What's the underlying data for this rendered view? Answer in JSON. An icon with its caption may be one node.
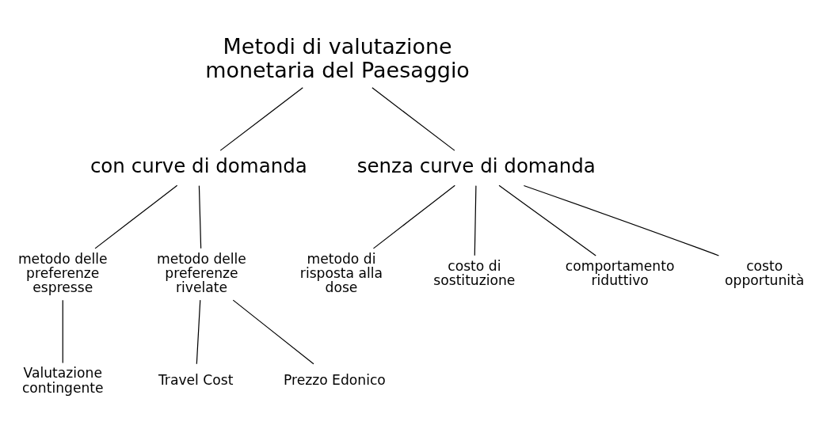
{
  "diagram": {
    "nodes": [
      {
        "text": [
          "Metodi di valutazione monetaria del Paesaggio"
        ]
      },
      {
        "text": [
          "con curve di domanda"
        ]
      },
      {
        "text": [
          "senza curve di domanda"
        ]
      },
      {
        "text": [
          "metodo delle preferenze espresse"
        ]
      },
      {
        "text": [
          "metodo delle preferenze rivelate"
        ]
      },
      {
        "text": [
          "metodo di risposta alla dose"
        ]
      },
      {
        "text": [
          "costo di sostituzione"
        ]
      },
      {
        "text": [
          "comportamento riduttivo"
        ]
      },
      {
        "text": [
          "costo opportunità"
        ]
      },
      {
        "text": [
          "Valutazione contingente"
        ]
      },
      {
        "text": [
          "Travel Cost"
        ]
      },
      {
        "text": [
          "Prezzo Edonico"
        ]
      }
    ],
    "edges": [
      {
        "from": 0,
        "to": 1,
        "arrow": "none"
      },
      {
        "from": 0,
        "to": 2,
        "arrow": "none"
      },
      {
        "from": 1,
        "to": 3,
        "arrow": "none"
      },
      {
        "from": 1,
        "to": 4,
        "arrow": "none"
      },
      {
        "from": 3,
        "to": 9,
        "arrow": "none"
      },
      {
        "from": 4,
        "to": 10,
        "arrow": "none"
      },
      {
        "from": 4,
        "to": 11,
        "arrow": "none"
      },
      {
        "from": 2,
        "to": 5,
        "arrow": "none"
      },
      {
        "from": 2,
        "to": 6,
        "arrow": "none"
      },
      {
        "from": 2,
        "to": 7,
        "arrow": "none"
      },
      {
        "from": 2,
        "to": 8,
        "arrow": "none"
      }
    ]
  }
}
